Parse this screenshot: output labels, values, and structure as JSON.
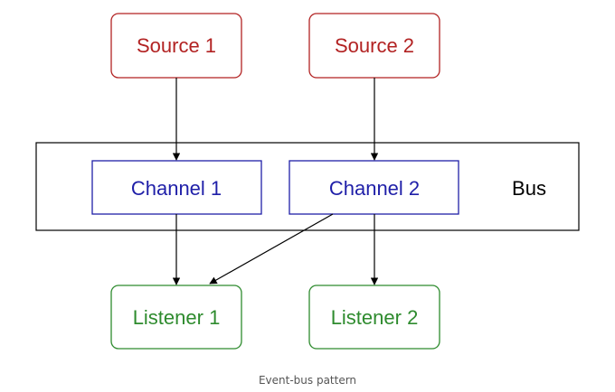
{
  "diagram": {
    "sources": [
      {
        "label": "Source 1"
      },
      {
        "label": "Source 2"
      }
    ],
    "bus": {
      "label": "Bus"
    },
    "channels": [
      {
        "label": "Channel 1"
      },
      {
        "label": "Channel 2"
      }
    ],
    "listeners": [
      {
        "label": "Listener 1"
      },
      {
        "label": "Listener 2"
      }
    ],
    "edges": [
      {
        "from": "Source 1",
        "to": "Channel 1"
      },
      {
        "from": "Source 2",
        "to": "Channel 2"
      },
      {
        "from": "Channel 1",
        "to": "Listener 1"
      },
      {
        "from": "Channel 2",
        "to": "Listener 1"
      },
      {
        "from": "Channel 2",
        "to": "Listener 2"
      }
    ],
    "colors": {
      "source": "#b22222",
      "channel": "#1f1fa8",
      "listener": "#2e8b2e",
      "bus_border": "#000000",
      "arrow": "#000000"
    }
  },
  "caption": "Event-bus pattern"
}
